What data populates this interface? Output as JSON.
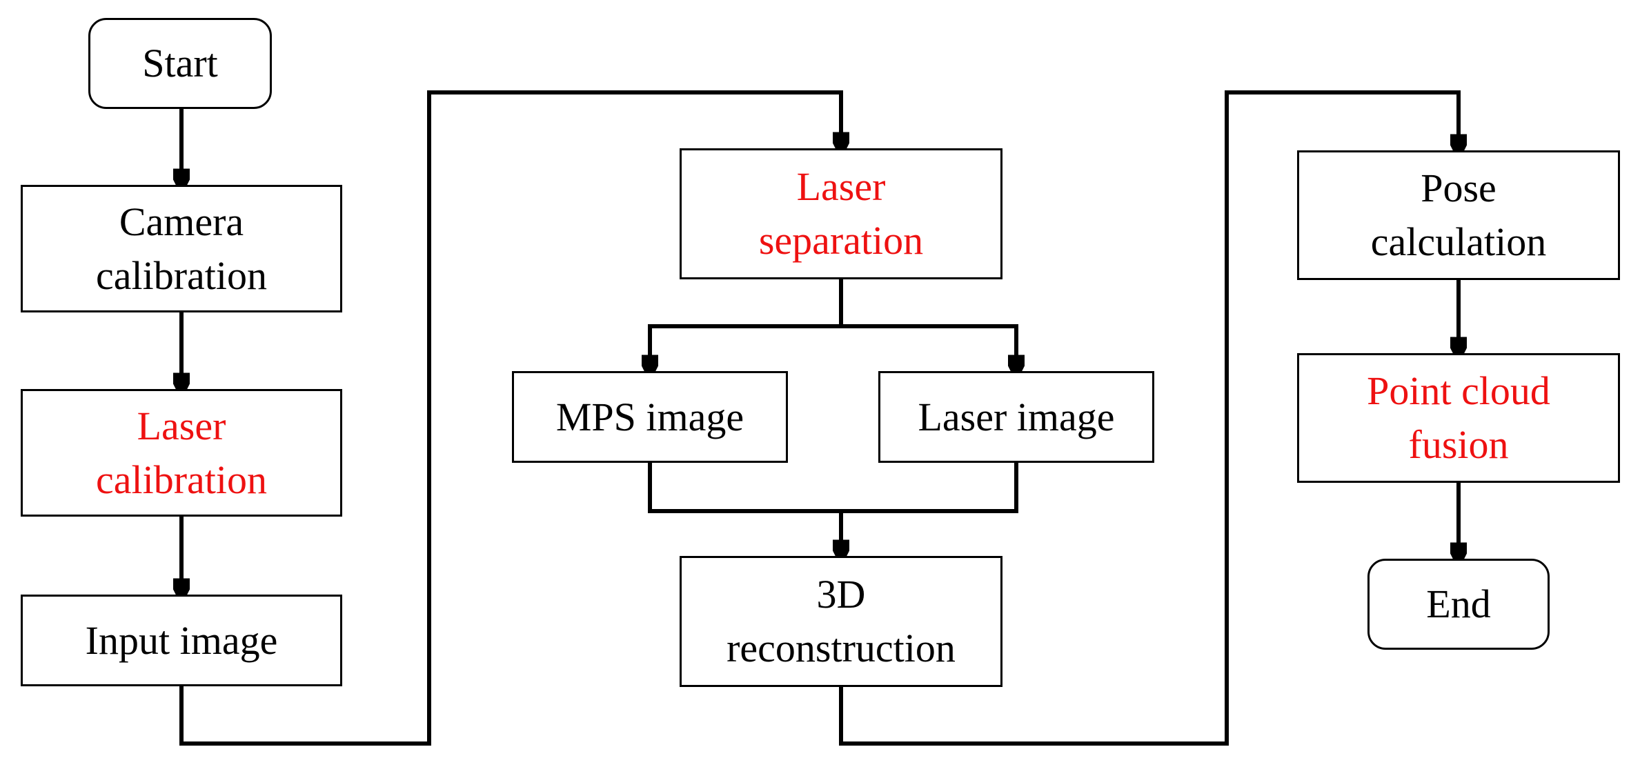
{
  "diagram": {
    "colors": {
      "stroke": "#000000",
      "text": "#000000",
      "highlight_text": "#ee1111",
      "background": "#ffffff"
    },
    "nodes": {
      "start": {
        "lines": [
          "Start"
        ],
        "shape": "rounded",
        "highlight": false
      },
      "camera_cal": {
        "lines": [
          "Camera",
          "calibration"
        ],
        "shape": "rect",
        "highlight": false
      },
      "laser_cal": {
        "lines": [
          "Laser",
          "calibration"
        ],
        "shape": "rect",
        "highlight": true
      },
      "input_image": {
        "lines": [
          "Input image"
        ],
        "shape": "rect",
        "highlight": false
      },
      "laser_sep": {
        "lines": [
          "Laser",
          "separation"
        ],
        "shape": "rect",
        "highlight": true
      },
      "mps_image": {
        "lines": [
          "MPS image"
        ],
        "shape": "rect",
        "highlight": false
      },
      "laser_image": {
        "lines": [
          "Laser image"
        ],
        "shape": "rect",
        "highlight": false
      },
      "recon_3d": {
        "lines": [
          "3D",
          "reconstruction"
        ],
        "shape": "rect",
        "highlight": false
      },
      "pose_calc": {
        "lines": [
          "Pose",
          "calculation"
        ],
        "shape": "rect",
        "highlight": false
      },
      "pc_fusion": {
        "lines": [
          "Point cloud",
          "fusion"
        ],
        "shape": "rect",
        "highlight": true
      },
      "end": {
        "lines": [
          "End"
        ],
        "shape": "rounded",
        "highlight": false
      }
    },
    "edges": [
      {
        "from": "start",
        "to": "camera_cal"
      },
      {
        "from": "camera_cal",
        "to": "laser_cal"
      },
      {
        "from": "laser_cal",
        "to": "input_image"
      },
      {
        "from": "input_image",
        "to": "laser_sep"
      },
      {
        "from": "laser_sep",
        "to": "mps_image"
      },
      {
        "from": "laser_sep",
        "to": "laser_image"
      },
      {
        "from": "mps_image",
        "to": "recon_3d"
      },
      {
        "from": "laser_image",
        "to": "recon_3d"
      },
      {
        "from": "recon_3d",
        "to": "pose_calc"
      },
      {
        "from": "pose_calc",
        "to": "pc_fusion"
      },
      {
        "from": "pc_fusion",
        "to": "end"
      }
    ]
  }
}
